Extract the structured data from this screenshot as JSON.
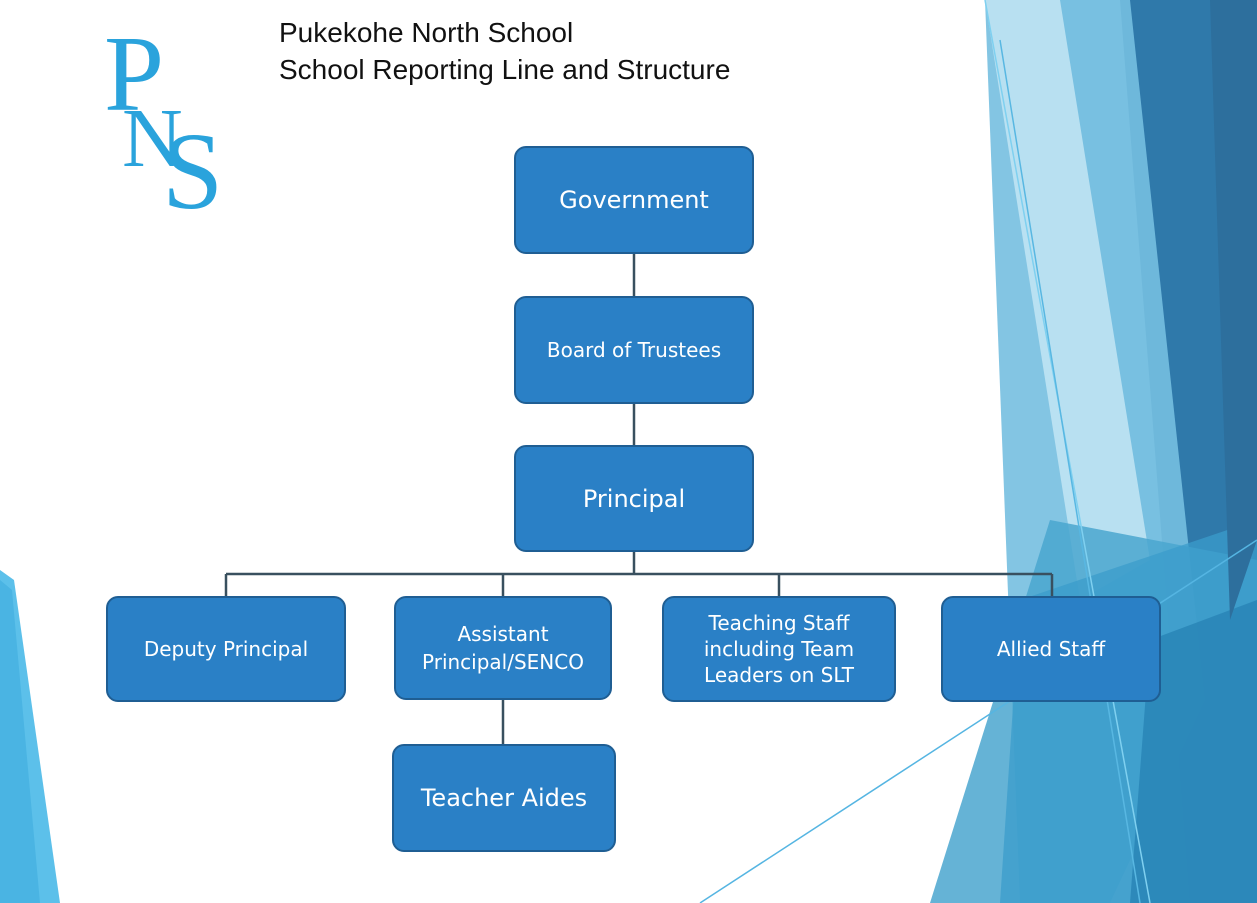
{
  "slide": {
    "title_line1": "Pukekohe North School",
    "title_line2": "School Reporting Line and Structure",
    "logo_text": "PNS"
  },
  "org_chart": {
    "government": "Government",
    "board": "Board of Trustees",
    "principal": "Principal",
    "deputy": "Deputy Principal",
    "assistant": "Assistant Principal/SENCO",
    "teaching": "Teaching Staff including Team Leaders on SLT",
    "allied": "Allied Staff",
    "aides": "Teacher Aides"
  },
  "colors": {
    "node_fill": "#2a80c6",
    "node_border": "#1f5e93",
    "connector": "#39505f",
    "logo": "#2aa3dc",
    "accent_light": "#7cc7ea",
    "accent_dark": "#2a6ea6"
  }
}
